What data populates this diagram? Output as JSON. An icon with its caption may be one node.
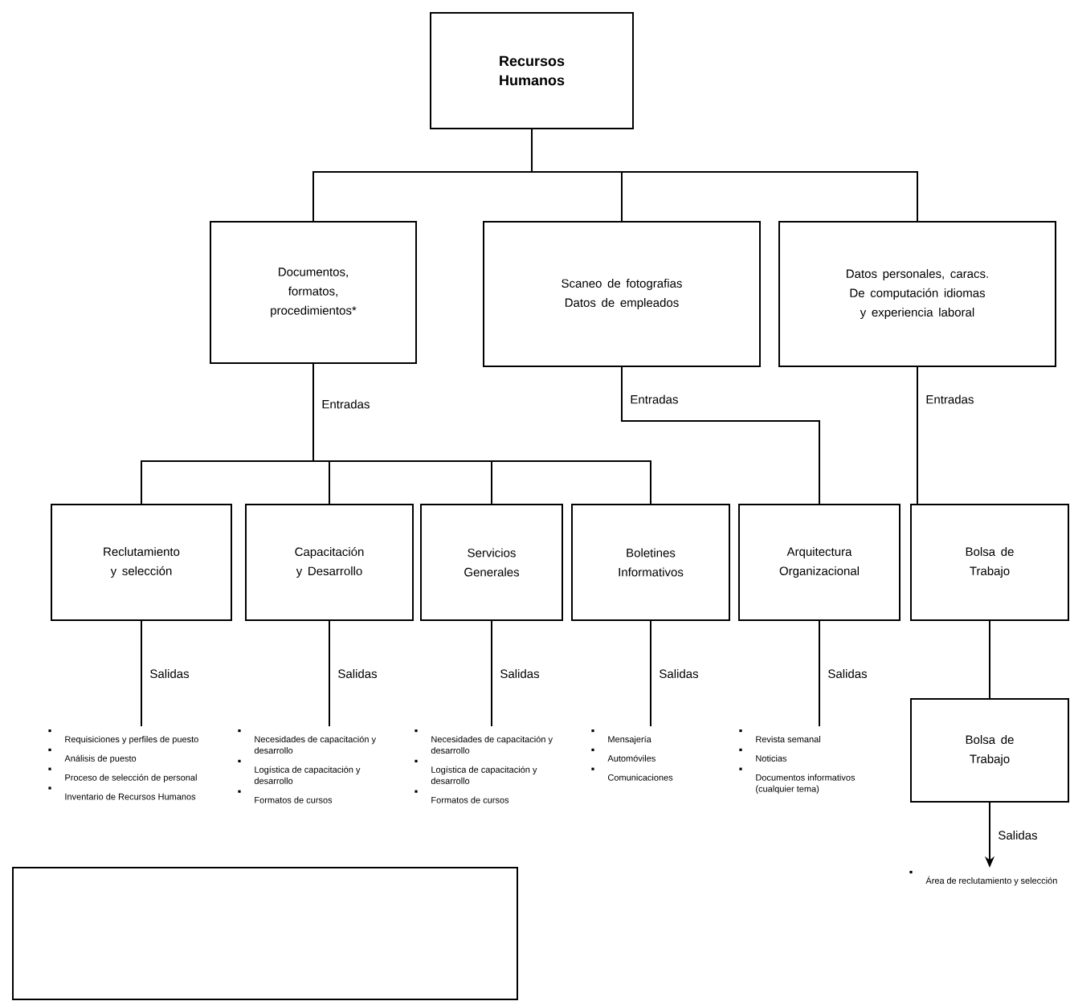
{
  "diagram": {
    "nodes": [
      {
        "text": [
          "Recursos Humanos"
        ]
      },
      {
        "text": [
          "Documentos, formatos, procedimientos*"
        ]
      },
      {
        "text": [
          "Scaneo de fotografias Datos de empleados"
        ]
      },
      {
        "text": [
          "Datos personales, caracs. De computación idiomas y experiencia laboral"
        ]
      },
      {
        "text": [
          "Reclutamiento y selección"
        ]
      },
      {
        "text": [
          "Capacitación y Desarrollo"
        ]
      },
      {
        "text": [
          "Servicios Generales"
        ]
      },
      {
        "text": [
          "Boletines Informativos"
        ]
      },
      {
        "text": [
          "Arquitectura Organizacional"
        ]
      },
      {
        "text": [
          "Bolsa de Trabajo"
        ]
      },
      {
        "text": [
          "Bolsa de Trabajo"
        ]
      },
      {
        "text": [
          "Requisiciones y perfiles de puesto",
          "Análisis de puesto",
          "Proceso de selección de personal",
          "Inventario de Recursos Humanos"
        ]
      },
      {
        "text": [
          "Necesidades de capacitación y desarrollo",
          "Logística de capacitación y desarrollo",
          "Formatos de cursos"
        ]
      },
      {
        "text": [
          "Necesidades de capacitación y desarrollo",
          "Logística de capacitación y desarrollo",
          "Formatos de cursos"
        ]
      },
      {
        "text": [
          "Mensajería",
          "Automóviles",
          "Comunicaciones"
        ]
      },
      {
        "text": [
          "Revista semanal",
          "Noticias",
          "Documentos informativos (cualquier tema)"
        ]
      },
      {
        "text": [
          "Área de reclutamiento y selección"
        ]
      },
      {
        "text": [],
        "shape": "box"
      }
    ],
    "edges": [
      {
        "from": 0,
        "to": 1,
        "arrow": "none"
      },
      {
        "from": 0,
        "to": 2,
        "arrow": "none"
      },
      {
        "from": 0,
        "to": 3,
        "arrow": "none"
      },
      {
        "from": 1,
        "to": 4,
        "arrow": "none",
        "label": "Entradas"
      },
      {
        "from": 1,
        "to": 5,
        "arrow": "none"
      },
      {
        "from": 1,
        "to": 6,
        "arrow": "none"
      },
      {
        "from": 1,
        "to": 7,
        "arrow": "none"
      },
      {
        "from": 2,
        "to": 8,
        "arrow": "none",
        "label": "Entradas"
      },
      {
        "from": 3,
        "to": 9,
        "arrow": "none",
        "label": "Entradas"
      },
      {
        "from": 4,
        "to": 11,
        "arrow": "none",
        "label": "Salidas"
      },
      {
        "from": 5,
        "to": 12,
        "arrow": "none",
        "label": "Salidas"
      },
      {
        "from": 6,
        "to": 13,
        "arrow": "none",
        "label": "Salidas"
      },
      {
        "from": 7,
        "to": 14,
        "arrow": "none",
        "label": "Salidas"
      },
      {
        "from": 8,
        "to": 15,
        "arrow": "none",
        "label": "Salidas"
      },
      {
        "from": 9,
        "to": 10,
        "arrow": "none"
      },
      {
        "from": 10,
        "to": 16,
        "arrow": "to",
        "label": "Salidas"
      }
    ]
  }
}
